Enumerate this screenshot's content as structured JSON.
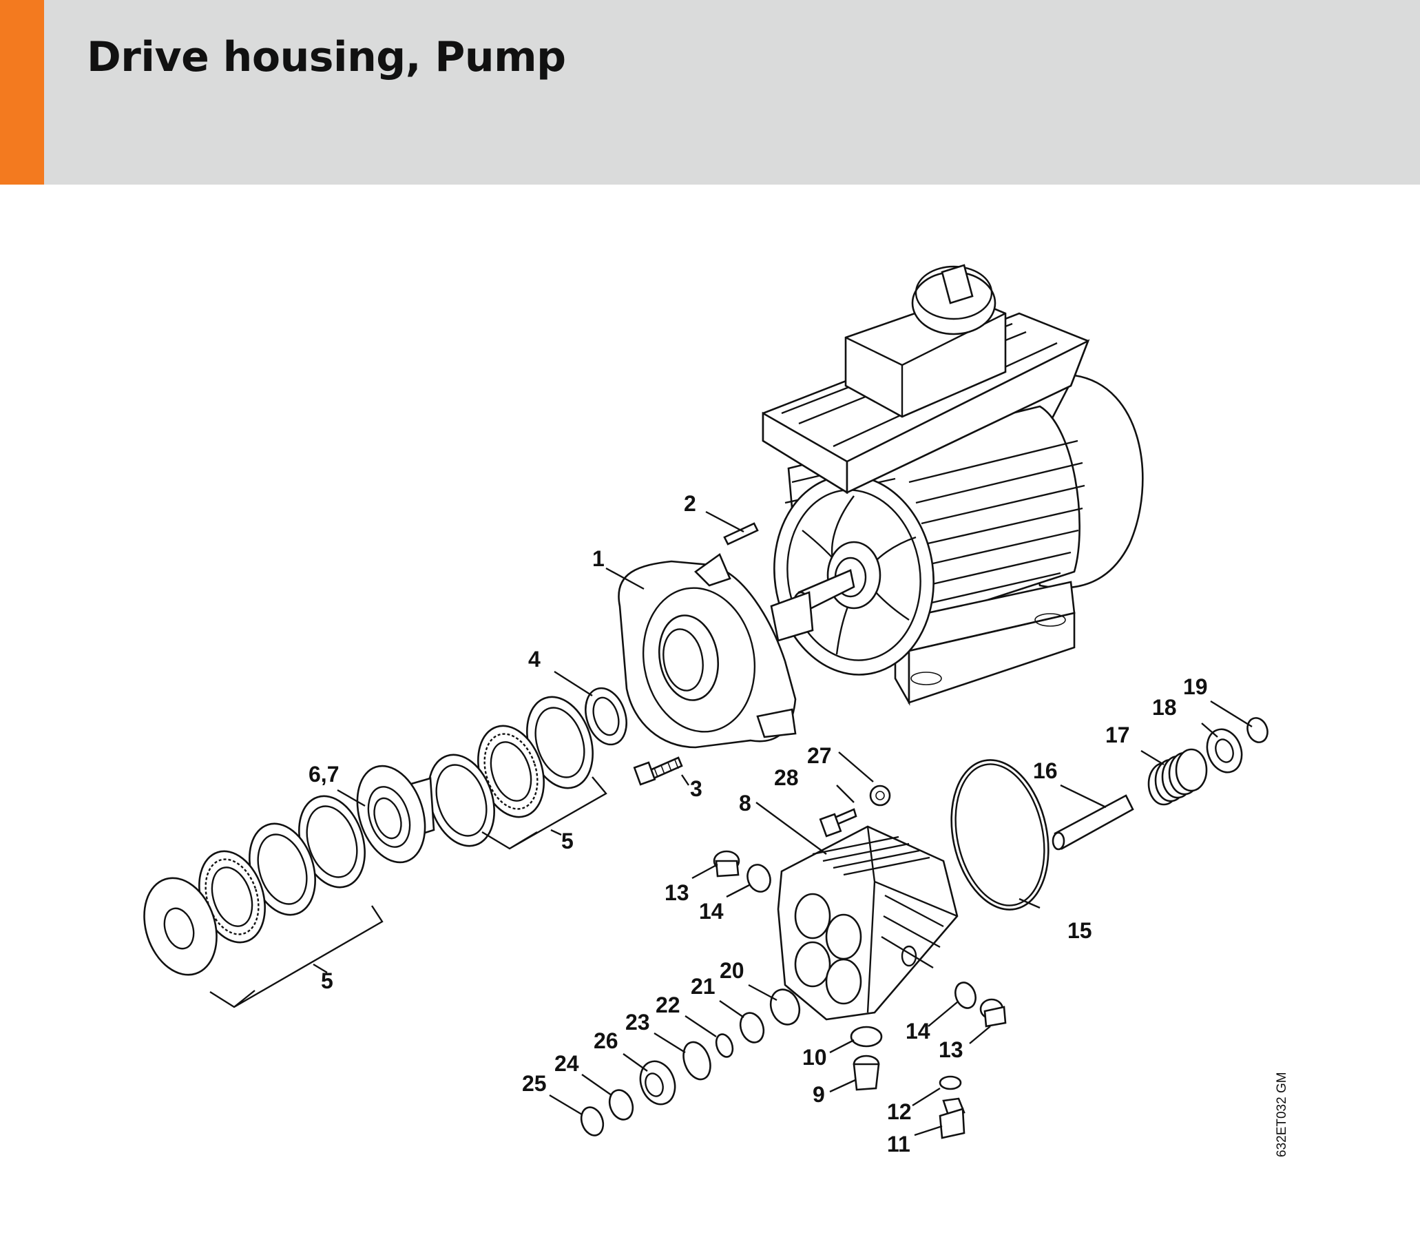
{
  "header": {
    "title": "Drive housing, Pump",
    "accent_color": "#f37a1f",
    "band_color": "#dadbdb"
  },
  "diagram": {
    "drawing_code": "632ET032 GM",
    "callouts": {
      "c1": "1",
      "c2": "2",
      "c3": "3",
      "c4": "4",
      "c5a": "5",
      "c5b": "5",
      "c67": "6,7",
      "c8": "8",
      "c9": "9",
      "c10": "10",
      "c11": "11",
      "c12": "12",
      "c13a": "13",
      "c13b": "13",
      "c14a": "14",
      "c14b": "14",
      "c15": "15",
      "c16": "16",
      "c17": "17",
      "c18": "18",
      "c19": "19",
      "c20": "20",
      "c21": "21",
      "c22": "22",
      "c23": "23",
      "c24": "24",
      "c25": "25",
      "c26": "26",
      "c27": "27",
      "c28": "28"
    }
  }
}
